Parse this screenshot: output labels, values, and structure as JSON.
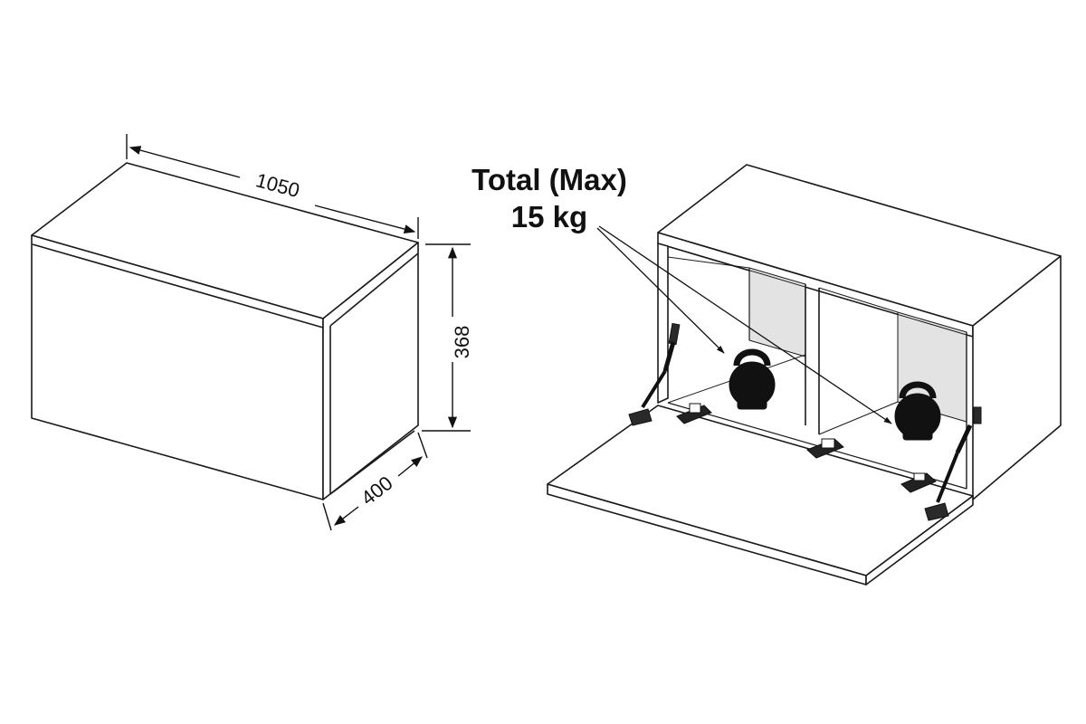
{
  "dimensions": {
    "width": "1050",
    "height": "368",
    "depth": "400"
  },
  "load_label": {
    "line1": "Total (Max)",
    "line2": "15 kg"
  },
  "colors": {
    "stroke": "#1a1a1a",
    "panel_fill": "#ffffff",
    "back_panel_fill": "#e3e3e3",
    "hardware_fill": "#222222"
  },
  "icons": [
    "kettlebell-icon",
    "kettlebell-icon",
    "gas-strut-icon",
    "gas-strut-icon",
    "hinge-icon",
    "hinge-icon",
    "hinge-icon"
  ]
}
